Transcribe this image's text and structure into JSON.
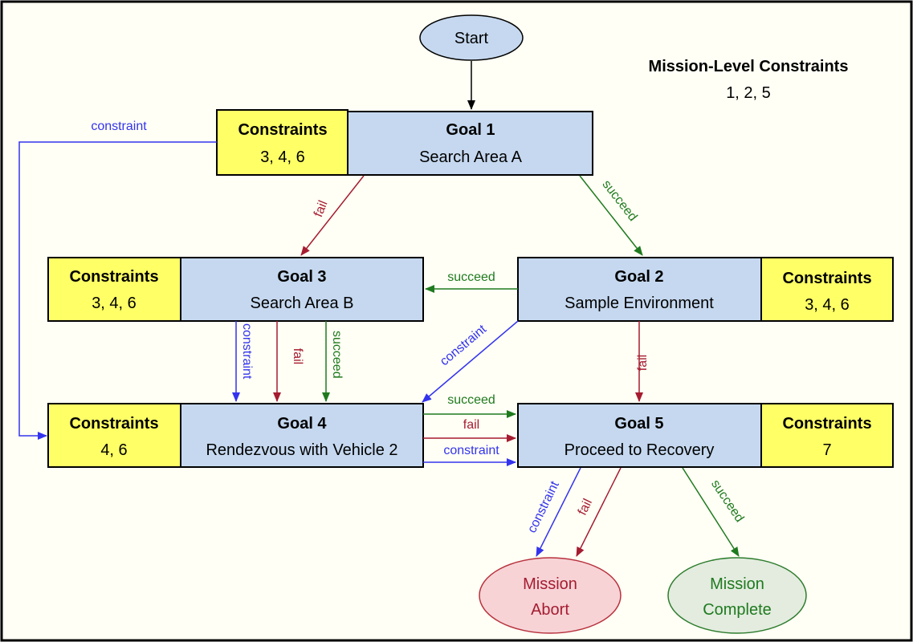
{
  "start": "Start",
  "mission_constraints": {
    "title": "Mission-Level Constraints",
    "values": "1, 2, 5"
  },
  "goals": [
    {
      "id": "goal-1",
      "title": "Goal 1",
      "desc": "Search Area A",
      "constraints_title": "Constraints",
      "constraints": "3, 4, 6"
    },
    {
      "id": "goal-2",
      "title": "Goal 2",
      "desc": "Sample Environment",
      "constraints_title": "Constraints",
      "constraints": "3, 4, 6"
    },
    {
      "id": "goal-3",
      "title": "Goal 3",
      "desc": "Search Area B",
      "constraints_title": "Constraints",
      "constraints": "3, 4, 6"
    },
    {
      "id": "goal-4",
      "title": "Goal 4",
      "desc": "Rendezvous with Vehicle 2",
      "constraints_title": "Constraints",
      "constraints": "4, 6"
    },
    {
      "id": "goal-5",
      "title": "Goal 5",
      "desc": "Proceed to Recovery",
      "constraints_title": "Constraints",
      "constraints": "7"
    }
  ],
  "ends": {
    "abort": {
      "line1": "Mission",
      "line2": "Abort"
    },
    "complete": {
      "line1": "Mission",
      "line2": "Complete"
    }
  },
  "edge_labels": {
    "constraint": "constraint",
    "fail": "fail",
    "succeed": "succeed"
  },
  "colors": {
    "constraint": "#3333ee",
    "fail": "#a51c30",
    "succeed": "#1f7a1f",
    "goal_fill": "#c5d8ef",
    "constraint_fill": "#ffff66"
  }
}
